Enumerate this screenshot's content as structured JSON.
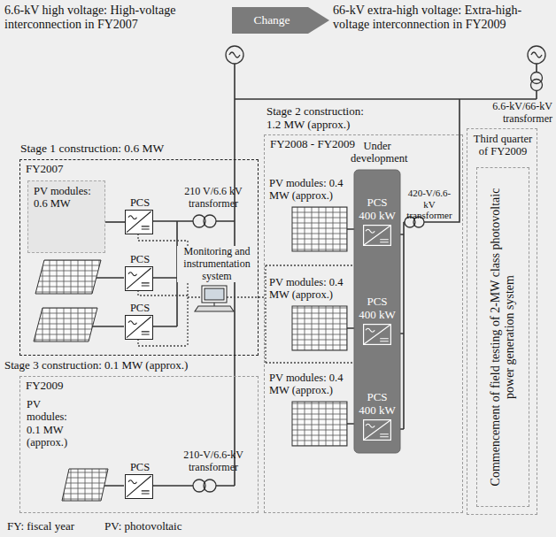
{
  "diagram": {
    "nodes": [
      {
        "text": [
          "Change"
        ]
      },
      {
        "text": [
          "Stage 1 construction: 0.6 MW",
          "FY2007"
        ]
      },
      {
        "text": [
          "PV modules: 0.6 MW"
        ],
        "in": 1
      },
      {
        "text": [
          "PCS"
        ],
        "in": 1
      },
      {
        "text": [
          "PCS"
        ],
        "in": 1
      },
      {
        "text": [
          "PCS"
        ],
        "in": 1
      },
      {
        "text": [
          "Stage 2 construction: 1.2 MW (approx.)",
          "FY2008 - FY2009"
        ]
      },
      {
        "text": [
          "PCS 400 kW"
        ],
        "in": 6
      },
      {
        "text": [
          "PCS 400 kW"
        ],
        "in": 6
      },
      {
        "text": [
          "PCS 400 kW"
        ],
        "in": 6
      },
      {
        "text": [
          "Third quarter of FY2009"
        ]
      },
      {
        "text": [
          "Commencement of field testing of 2-MW class photovoltaic power generation system"
        ],
        "in": 10
      },
      {
        "text": [
          "Stage 3 construction: 0.1 MW (approx.)",
          "FY2009"
        ]
      },
      {
        "text": [
          "PCS"
        ],
        "in": 12
      }
    ],
    "edges": [
      {
        "from": 2,
        "to": 3,
        "arrow": "none"
      }
    ],
    "labels": [
      "6.6-kV high voltage: High-voltage interconnection in FY2007",
      "66-kV extra-high voltage: Extra-high-voltage interconnection in FY2009",
      "210 V/6.6 kV transformer",
      "Monitoring and instrumentation system",
      "Under development",
      "PV modules: 0.4 MW (approx.)",
      "PV modules: 0.4 MW (approx.)",
      "PV modules: 0.4 MW (approx.)",
      "420-V/6.6-kV transformer",
      "6.6-kV/66-kV transformer",
      "PV modules: 0.1 MW (approx.)",
      "210-V/6.6-kV transformer",
      "FY: fiscal year",
      "PV: photovoltaic"
    ]
  }
}
